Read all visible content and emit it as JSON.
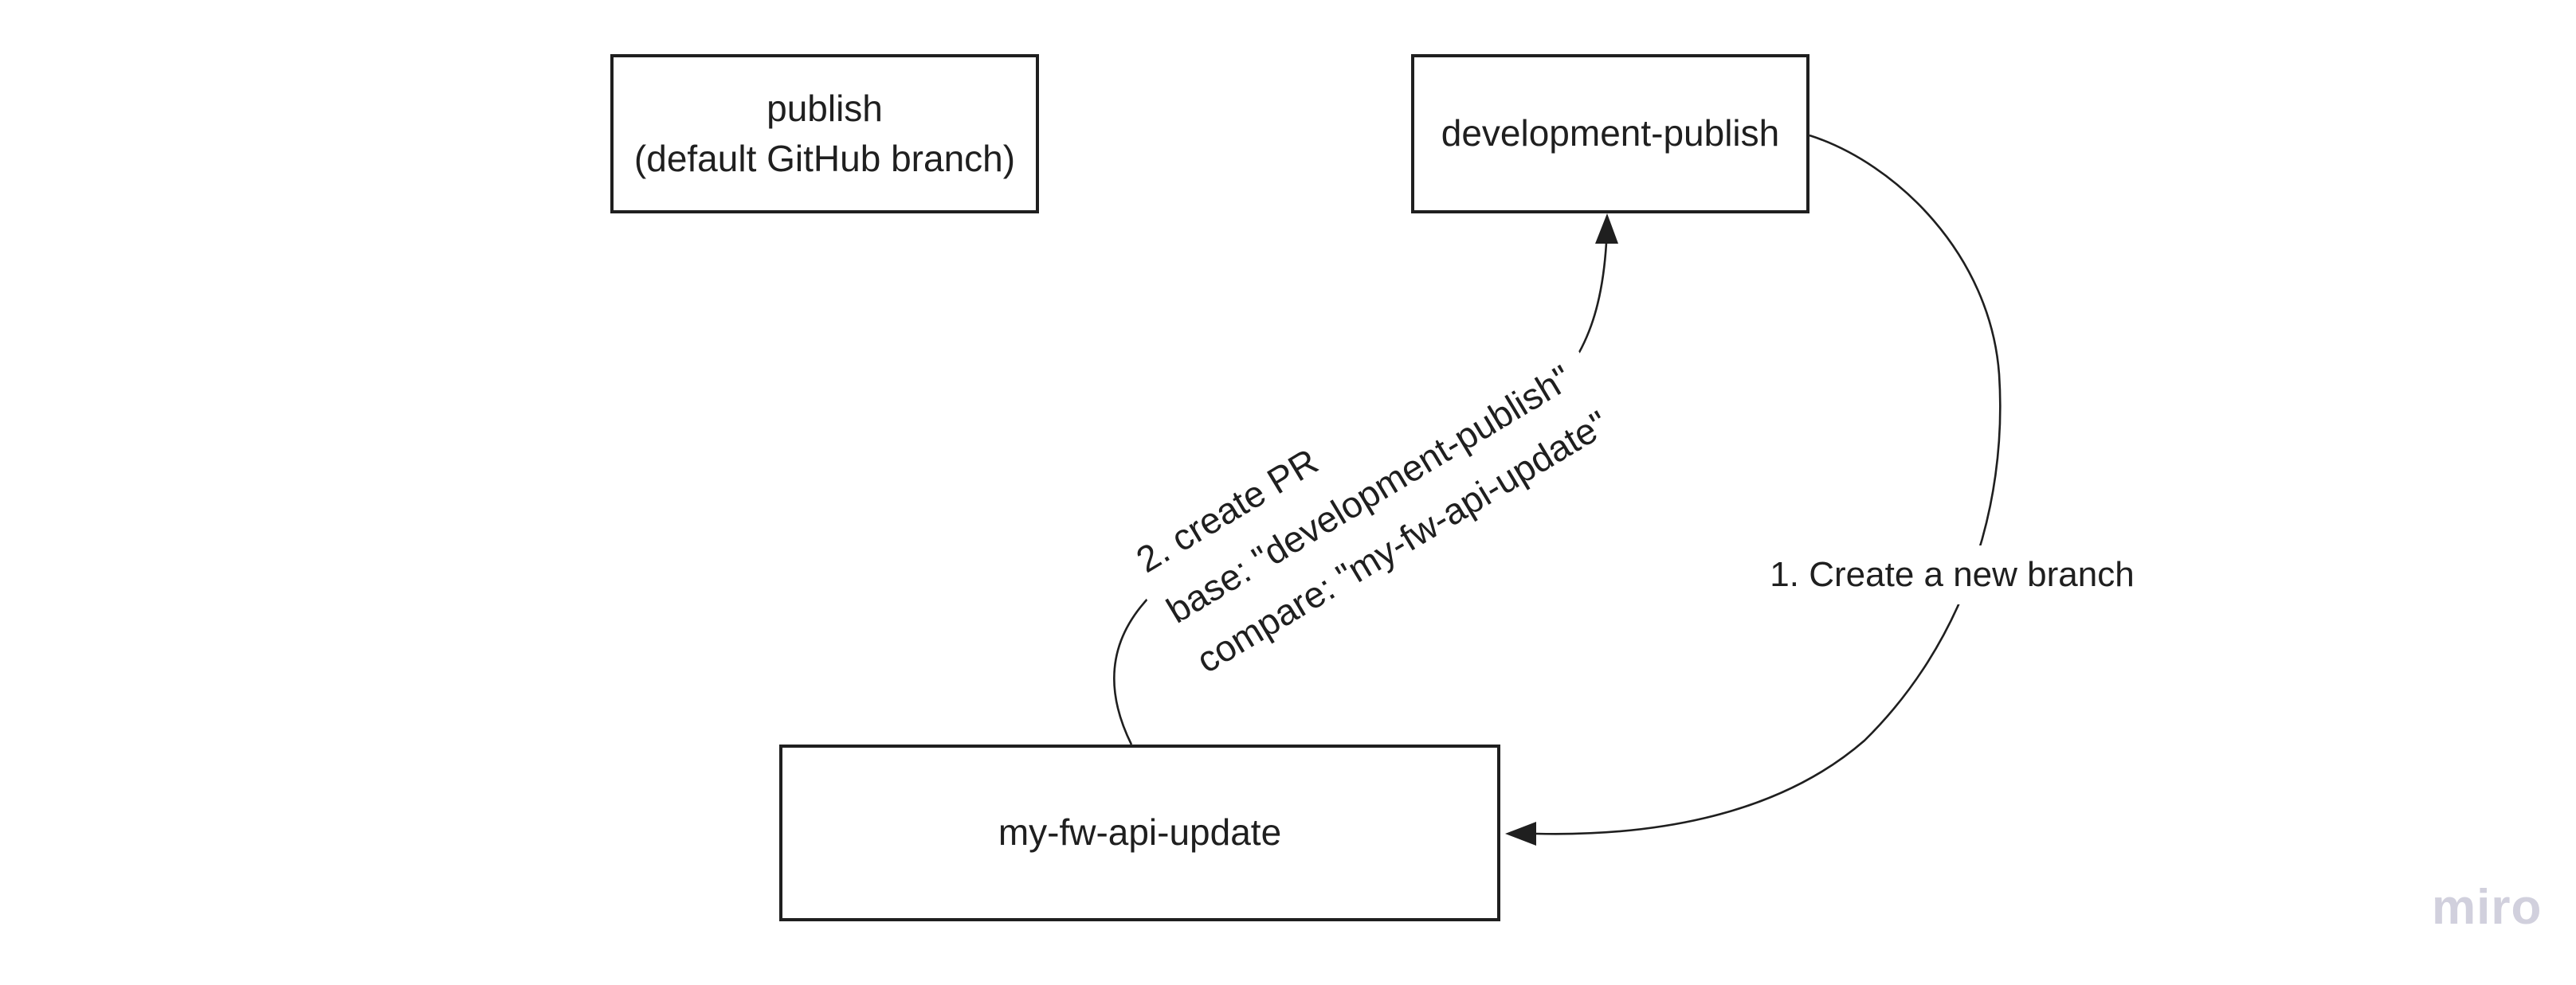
{
  "diagram": {
    "nodes": [
      {
        "id": "publish",
        "label_lines": [
          "publish",
          "(default GitHub branch)"
        ]
      },
      {
        "id": "development-publish",
        "label_lines": [
          "development-publish"
        ]
      },
      {
        "id": "my-fw-api-update",
        "label_lines": [
          "my-fw-api-update"
        ]
      }
    ],
    "edges": [
      {
        "id": "create-branch",
        "from": "development-publish",
        "to": "my-fw-api-update",
        "label": "1. Create a new branch"
      },
      {
        "id": "create-pr",
        "from": "my-fw-api-update",
        "to": "development-publish",
        "label_lines": [
          "2. create PR",
          "base: \"development-publish\"",
          "compare: \"my-fw-api-update\""
        ]
      }
    ]
  },
  "watermark": {
    "text": "miro"
  },
  "colors": {
    "stroke": "#1f1f1f",
    "text": "#1f1f1f",
    "watermark": "#d1d0dd",
    "background": "#ffffff"
  }
}
